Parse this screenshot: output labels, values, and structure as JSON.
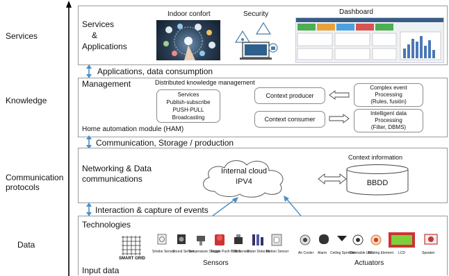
{
  "left_labels": {
    "services": "Services",
    "knowledge": "Knowledge",
    "communication": [
      "Communication",
      "protocols"
    ],
    "data": "Data"
  },
  "services_layer": {
    "title": [
      "Services",
      "&",
      "Applications"
    ],
    "indoor": "Indoor confort",
    "security": "Security",
    "dashboard": "Dashboard"
  },
  "arrow_labels": {
    "a1": "Applications, data consumption",
    "a2": "Communication, Storage / production",
    "a3": "Interaction & capture of events"
  },
  "knowledge_layer": {
    "management": "Management",
    "distributed": "Distributed knowledge management",
    "services_box": [
      "Services",
      "Publish-subscribe",
      "PUSH-PULL",
      "Broadcasting"
    ],
    "producer": "Context producer",
    "consumer": "Context consumer",
    "complex": [
      "Complex event",
      "Processing",
      "(Rules, fusión)"
    ],
    "intelligent": [
      "Intelligent data",
      "Processing",
      "(Filter, DBMS)"
    ],
    "ham": "Home automation module (HAM)"
  },
  "comm_layer": {
    "title": [
      "Networking & Data",
      "communications"
    ],
    "cloud": [
      "Internal cloud",
      "IPV4"
    ],
    "context": "Context information",
    "db": "BBDD"
  },
  "data_layer": {
    "technologies": "Technologies",
    "smart_grid": "SMART GRID",
    "sensors": "Sensors",
    "actuators": "Actuators",
    "input": "Input data",
    "sensor_items": [
      "Smoke Sensor",
      "Sound Sensor",
      "Temperature Sensor",
      "Toggle Push Button",
      "Tilt Sensor",
      "Water Detector",
      "Motion Sensor"
    ],
    "actuator_items": [
      "Air Cooler",
      "Alarm",
      "Ceiling Sprinkler",
      "Dimmable LED",
      "Heating Element",
      "LCD",
      "Speaker"
    ]
  }
}
